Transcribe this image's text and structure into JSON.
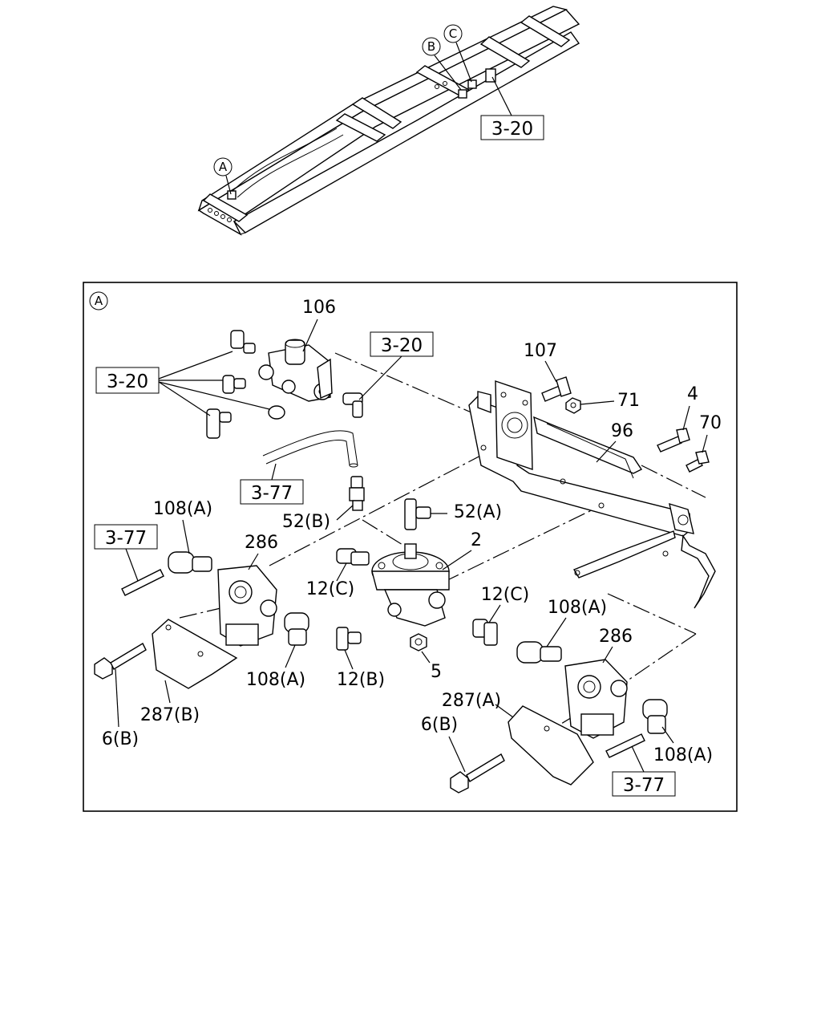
{
  "overview": {
    "callouts": [
      {
        "id": "callout-a",
        "text": "A"
      },
      {
        "id": "callout-b",
        "text": "B"
      },
      {
        "id": "callout-c",
        "text": "C"
      }
    ],
    "ref_box": "3-20"
  },
  "detail": {
    "frame_label": "A",
    "ref_boxes": [
      "3-20",
      "3-20",
      "3-77",
      "3-77",
      "3-77"
    ],
    "labels": [
      "106",
      "107",
      "71",
      "4",
      "70",
      "96",
      "52(A)",
      "52(B)",
      "2",
      "108(A)",
      "286",
      "12(C)",
      "12(C)",
      "108(A)",
      "286",
      "108(A)",
      "12(B)",
      "5",
      "287(B)",
      "6(B)",
      "287(A)",
      "6(B)",
      "108(A)"
    ]
  }
}
